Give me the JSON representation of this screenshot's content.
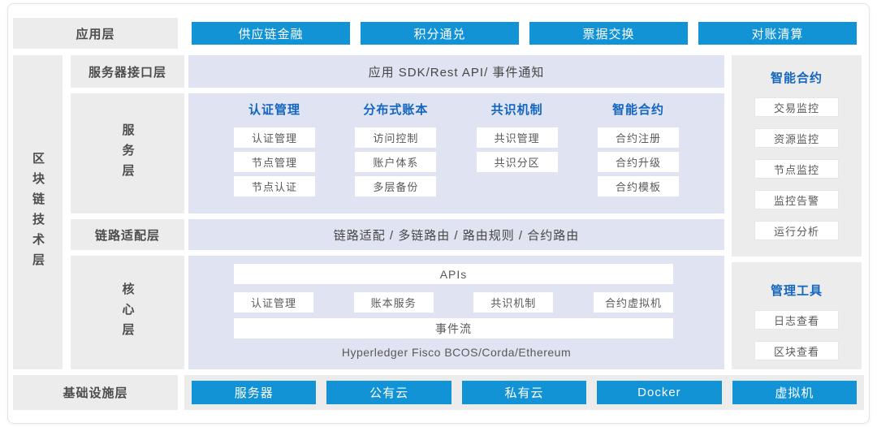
{
  "colors": {
    "accent_blue": "#1193d6",
    "header_blue": "#1266c0",
    "panel_lavender": "#e0e3f2",
    "box_gray": "#ececec"
  },
  "app_layer": {
    "label": "应用层",
    "buttons": [
      "供应链金融",
      "积分通兑",
      "票据交换",
      "对账清算"
    ]
  },
  "blockchain_layer": {
    "label": "区块链技术层"
  },
  "interface_layer": {
    "label": "服务器接口层",
    "content": "应用 SDK/Rest API/ 事件通知"
  },
  "service_layer": {
    "label": "服务层",
    "columns": [
      {
        "header": "认证管理",
        "items": [
          "认证管理",
          "节点管理",
          "节点认证"
        ]
      },
      {
        "header": "分布式账本",
        "items": [
          "访问控制",
          "账户体系",
          "多层备份"
        ]
      },
      {
        "header": "共识机制",
        "items": [
          "共识管理",
          "共识分区"
        ]
      },
      {
        "header": "智能合约",
        "items": [
          "合约注册",
          "合约升级",
          "合约模板"
        ]
      }
    ]
  },
  "link_layer": {
    "label": "链路适配层",
    "content": "链路适配 / 多链路由 / 路由规则 / 合约路由"
  },
  "core_layer": {
    "label": "核心层",
    "api_bar": "APIs",
    "modules": [
      "认证管理",
      "账本服务",
      "共识机制",
      "合约虚拟机"
    ],
    "event_bar": "事件流",
    "platforms": "Hyperledger Fisco BCOS/Corda/Ethereum"
  },
  "smart_contract_panel": {
    "header": "智能合约",
    "items": [
      "交易监控",
      "资源监控",
      "节点监控",
      "监控告警",
      "运行分析"
    ]
  },
  "management_panel": {
    "header": "管理工具",
    "items": [
      "日志查看",
      "区块查看"
    ]
  },
  "infrastructure_layer": {
    "label": "基础设施层",
    "buttons": [
      "服务器",
      "公有云",
      "私有云",
      "Docker",
      "虚拟机"
    ]
  }
}
